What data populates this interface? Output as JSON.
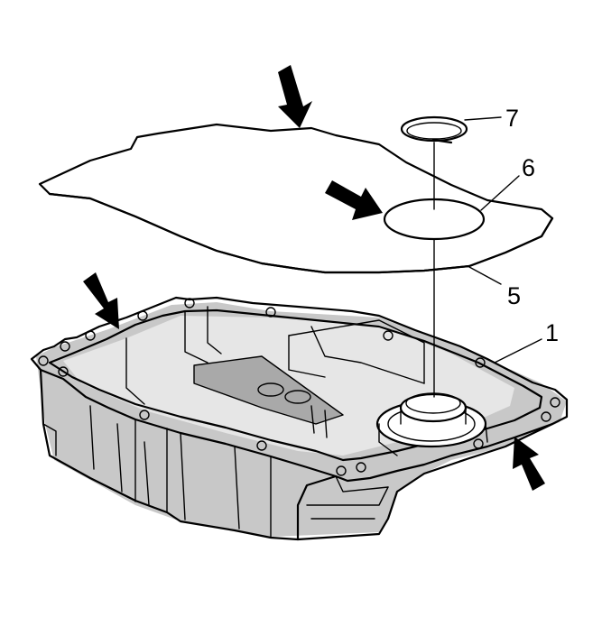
{
  "callouts": {
    "pan": "1",
    "gasket": "5",
    "filter_seal": "6",
    "seal_ring": "7"
  }
}
